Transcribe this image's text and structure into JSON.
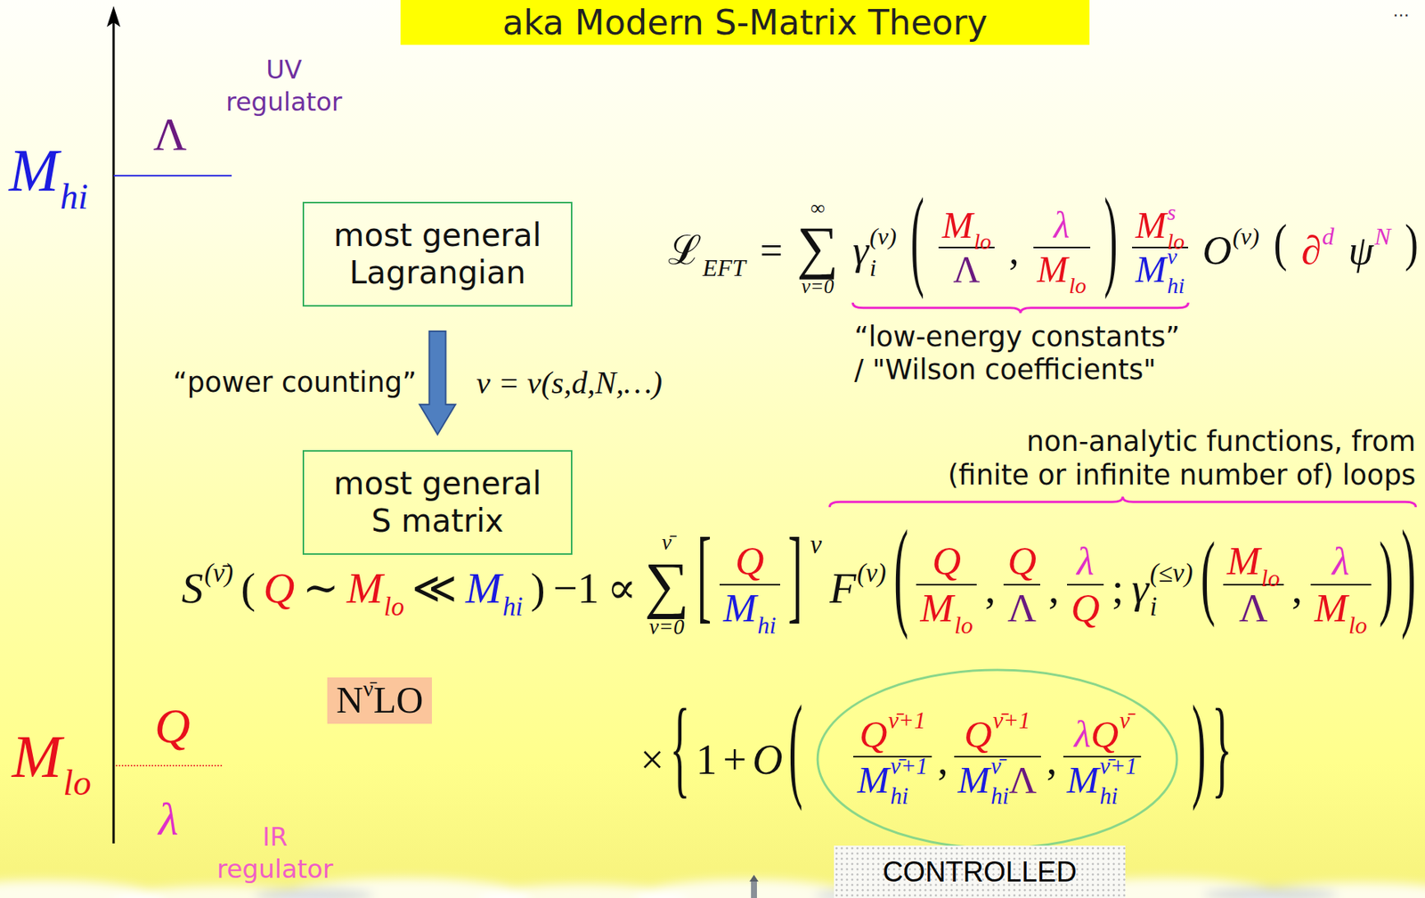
{
  "diagram": {
    "title": "aka Modern S-Matrix Theory",
    "nodes": [
      {
        "text": [
          "most general Lagrangian"
        ]
      },
      {
        "text": [
          "most general S matrix"
        ]
      },
      {
        "text": [
          "N",
          "ν̄",
          "LO"
        ]
      },
      {
        "text": [
          "CONTROLLED"
        ]
      }
    ],
    "edges": [
      {
        "from": 0,
        "to": 1,
        "arrow": "to",
        "label": "“power counting”"
      }
    ],
    "labels": [
      "UV regulator",
      "Λ",
      "M",
      "hi",
      "Q",
      "M",
      "lo",
      "λ",
      "IR regulator",
      "…",
      "ν = ν(s,d,N,…)",
      "ℒ",
      "EFT",
      "=",
      "∞",
      "∑",
      "ν=0",
      "γ",
      "(ν)",
      "i",
      "(",
      "M",
      "lo",
      "Λ",
      ",",
      "λ",
      "M",
      "lo",
      ")",
      "M",
      "lo",
      "s",
      "M",
      "hi",
      "ν",
      "O",
      "(ν)",
      "(",
      "∂",
      "d",
      "ψ",
      "N",
      ")",
      "“low-energy constants” / \"Wilson coefficients\"",
      "non-analytic functions, from (finite or infinite number of) loops",
      "S",
      "(ν̄)",
      "(",
      "Q",
      "∼",
      "M",
      "lo",
      "≪",
      "M",
      "hi",
      ")",
      "−1",
      "∝",
      "ν̄",
      "∑",
      "ν=0",
      "[",
      "Q",
      "M",
      "hi",
      "]",
      "ν",
      "F",
      "(ν)",
      "(",
      "Q",
      "M",
      "lo",
      ",",
      "Q",
      "Λ",
      ",",
      "λ",
      "Q",
      ";",
      "γ",
      "(≤ν)",
      "i",
      "(",
      "M",
      "lo",
      "Λ",
      ",",
      "λ",
      "M",
      "lo",
      ")",
      ")",
      "×",
      "{",
      "1",
      "+",
      "O",
      "(",
      "Q",
      "ν̄+1",
      "M",
      "hi",
      "ν̄+1",
      ",",
      "Q",
      "ν̄+1",
      "M",
      "hi",
      "ν̄",
      "Λ",
      ",",
      "λ",
      "Q",
      "ν̄",
      "M",
      "hi",
      "ν̄+1",
      ")",
      "}"
    ]
  }
}
